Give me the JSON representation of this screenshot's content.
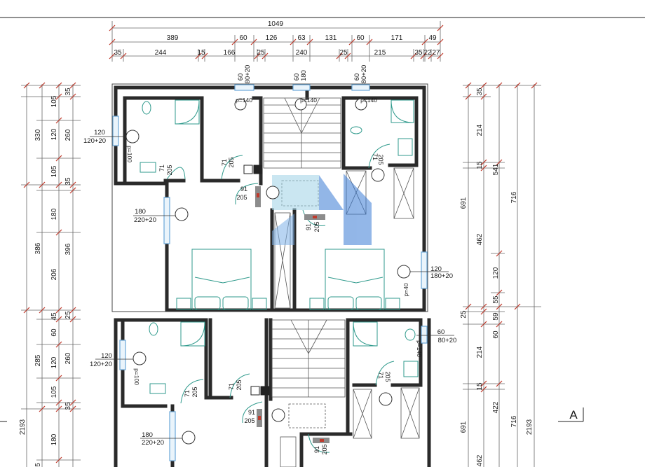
{
  "colors": {
    "wall": "#2a2a2a",
    "dim": "#6b6b6b",
    "tick": "#c0392b",
    "fixture": "#2f9a8c",
    "watermark": "#3a7bd5"
  },
  "top_dims": {
    "total": "1049",
    "row2": [
      "389",
      "60",
      "126",
      "63",
      "131",
      "60",
      "171",
      "49"
    ],
    "row3": [
      "35",
      "244",
      "15",
      "166",
      "25",
      "240",
      "25",
      "215",
      "35",
      "22",
      "27"
    ]
  },
  "left_dims": {
    "outer": "2193",
    "mid": [
      "330",
      "386",
      "285"
    ],
    "inner_a": [
      "105",
      "120",
      "105",
      "180",
      "206",
      "45",
      "60",
      "120",
      "105",
      "180",
      "5"
    ],
    "inner_b": [
      "35",
      "260",
      "35",
      "396",
      "25",
      "260",
      "35"
    ]
  },
  "right_dims": {
    "outer": [
      "716",
      "2193",
      "716"
    ],
    "mid": [
      "691",
      "691"
    ],
    "a": [
      "35",
      "214",
      "15",
      "462",
      "120",
      "25",
      "214",
      "15",
      "462"
    ],
    "b": [
      "541",
      "55",
      "59",
      "60",
      "422"
    ]
  },
  "windows": {
    "top": [
      "60",
      "80+20",
      "60",
      "180",
      "60",
      "80+20"
    ],
    "left_1": [
      "120",
      "120+20"
    ],
    "left_2": [
      "180",
      "220+20"
    ],
    "right_1": [
      "120",
      "180+20"
    ],
    "right_2": [
      "60",
      "80+20"
    ],
    "left_3": [
      "120",
      "120+20"
    ],
    "left_4": [
      "180",
      "220+20"
    ]
  },
  "parapets": [
    "p=140",
    "p=140",
    "p=140",
    "p=100",
    "p=40",
    "p=140",
    "p=100"
  ],
  "doors": {
    "d1": [
      "71",
      "205"
    ],
    "d2": [
      "71",
      "205"
    ],
    "d3": [
      "91",
      "205"
    ],
    "d4": [
      "71",
      "205"
    ],
    "d5": [
      "91",
      "205"
    ],
    "d6": [
      "71",
      "205"
    ],
    "d7": [
      "71",
      "205"
    ],
    "d8": [
      "71",
      "205"
    ],
    "d9": [
      "91",
      "205"
    ],
    "d10": [
      "91",
      "205"
    ]
  },
  "section_marker": "A"
}
